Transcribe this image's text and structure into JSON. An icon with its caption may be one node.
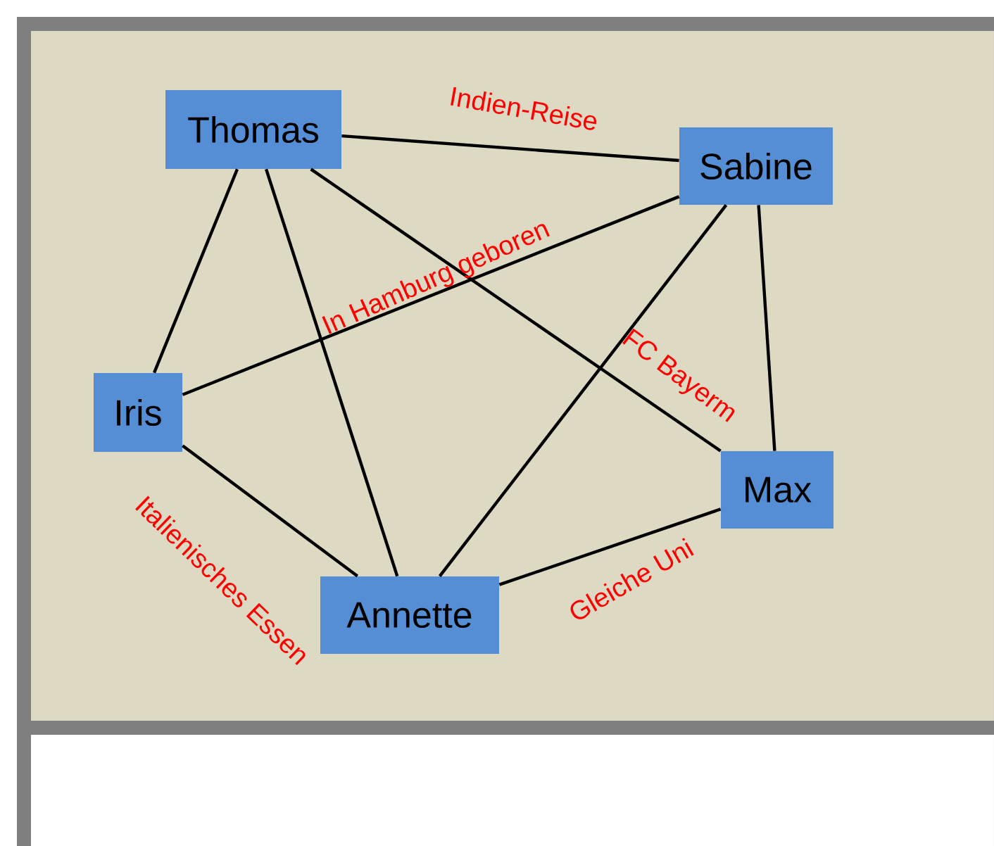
{
  "diagram": {
    "nodes": [
      {
        "text": [
          "Thomas"
        ]
      },
      {
        "text": [
          "Sabine"
        ]
      },
      {
        "text": [
          "Iris"
        ]
      },
      {
        "text": [
          "Max"
        ]
      },
      {
        "text": [
          "Annette"
        ]
      }
    ],
    "edges": [
      {
        "from": 0,
        "to": 1,
        "arrow": "none",
        "label": "Indien-Reise"
      },
      {
        "from": 0,
        "to": 2,
        "arrow": "none"
      },
      {
        "from": 0,
        "to": 4,
        "arrow": "none"
      },
      {
        "from": 0,
        "to": 3,
        "arrow": "none",
        "label": "FC Bayerm"
      },
      {
        "from": 1,
        "to": 2,
        "arrow": "none",
        "label": "In Hamburg geboren"
      },
      {
        "from": 1,
        "to": 4,
        "arrow": "none"
      },
      {
        "from": 1,
        "to": 3,
        "arrow": "none"
      },
      {
        "from": 2,
        "to": 4,
        "arrow": "none",
        "label": "Italienisches Essen"
      },
      {
        "from": 4,
        "to": 3,
        "arrow": "none",
        "label": "Gleiche Uni"
      }
    ]
  }
}
